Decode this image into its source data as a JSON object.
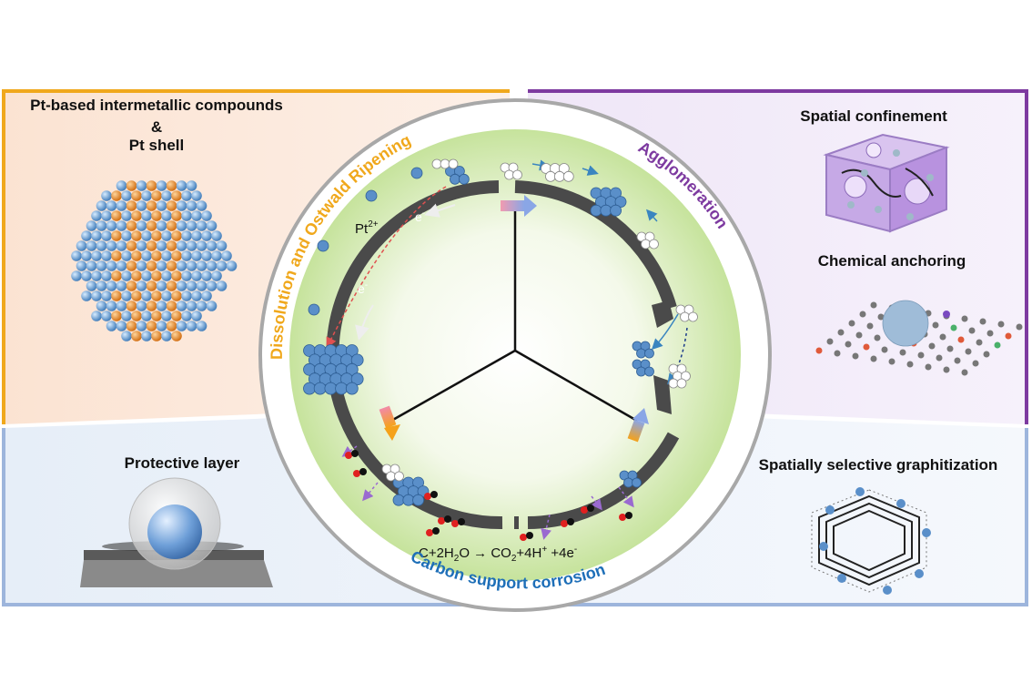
{
  "panels": {
    "top_left": {
      "title_line1": "Pt-based intermetallic compounds",
      "title_line2": "&",
      "title_line3": "Pt shell"
    },
    "top_right": {
      "title_a": "Spatial confinement",
      "title_b": "Chemical anchoring"
    },
    "bottom_left": {
      "title": "Protective layer"
    },
    "bottom_right": {
      "title": "Spatially selective graphitization"
    }
  },
  "circle": {
    "arc_left": "Dissolution and Ostwald Ripening",
    "arc_right": "Agglomeration",
    "arc_bottom": "Carbon support corrosion",
    "ion_label": "Pt",
    "ion_charge": "2+",
    "electron_label": "e",
    "electron_charge": "-",
    "equation_parts": [
      "C+2H",
      "2",
      "O → CO",
      "2",
      "+4H",
      "+",
      " +4e",
      "-"
    ]
  },
  "colors": {
    "orange": "#f0a81c",
    "purple": "#7d3aa0",
    "blue_text": "#1e6fb8",
    "pt_blue": "#5a8fc9",
    "carbon_gray": "#4a4a4a",
    "green_glow": "#cfe8a8"
  }
}
